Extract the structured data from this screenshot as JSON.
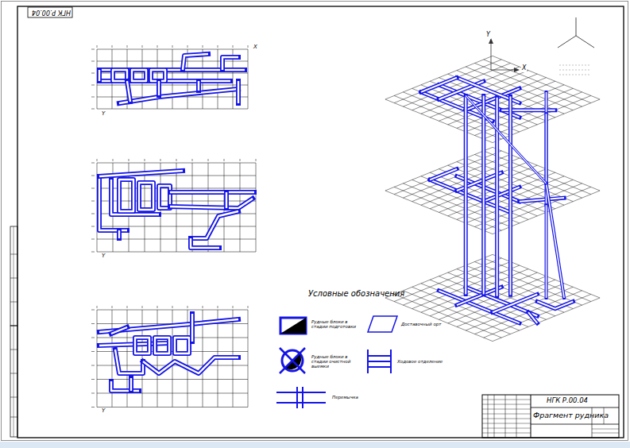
{
  "diagram": {
    "title": "Фрагмент рудника",
    "labels": [
      "НГК Р.00.04",
      "НГК Р.00.04",
      "Условные обозначения",
      "X",
      "Y",
      "Y",
      "Y",
      "Y",
      "X"
    ],
    "legend": [
      {
        "text": "Рудные блоки в стадии подготовки"
      },
      {
        "text": "Доставочный орт"
      },
      {
        "text": "Рудные блоки в стадии очистной выемки"
      },
      {
        "text": "Ходовое отделение"
      },
      {
        "text": "Перемычка"
      }
    ]
  }
}
